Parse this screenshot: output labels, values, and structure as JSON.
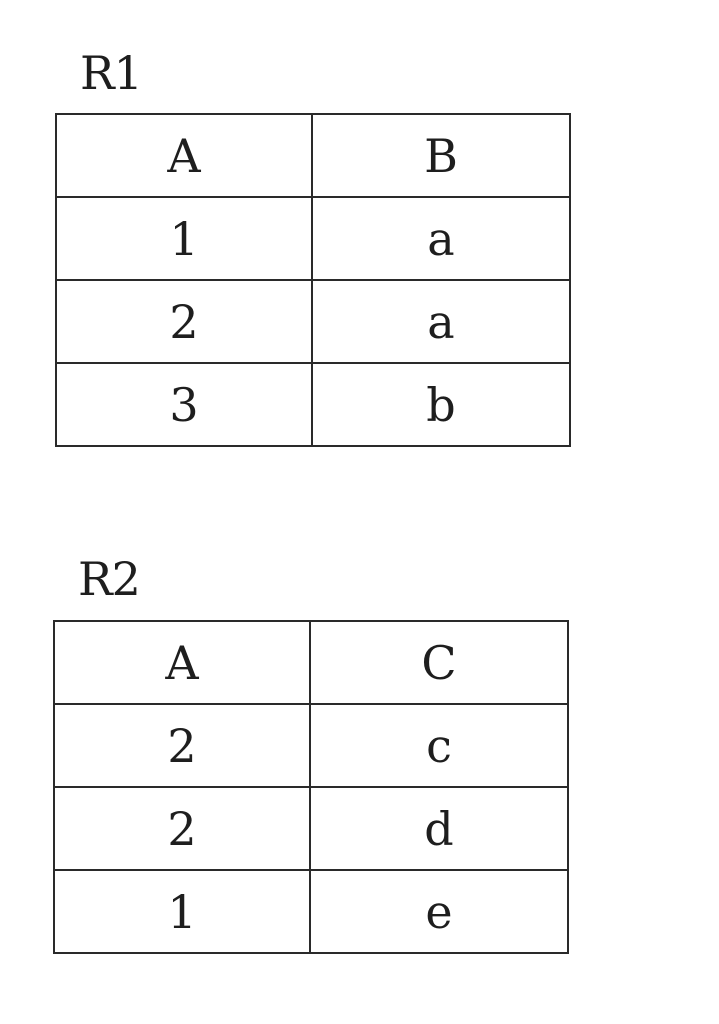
{
  "relations": [
    {
      "name": "R1",
      "columns": [
        "A",
        "B"
      ],
      "rows": [
        [
          "1",
          "a"
        ],
        [
          "2",
          "a"
        ],
        [
          "3",
          "b"
        ]
      ]
    },
    {
      "name": "R2",
      "columns": [
        "A",
        "C"
      ],
      "rows": [
        [
          "2",
          "c"
        ],
        [
          "2",
          "d"
        ],
        [
          "1",
          "e"
        ]
      ]
    }
  ]
}
